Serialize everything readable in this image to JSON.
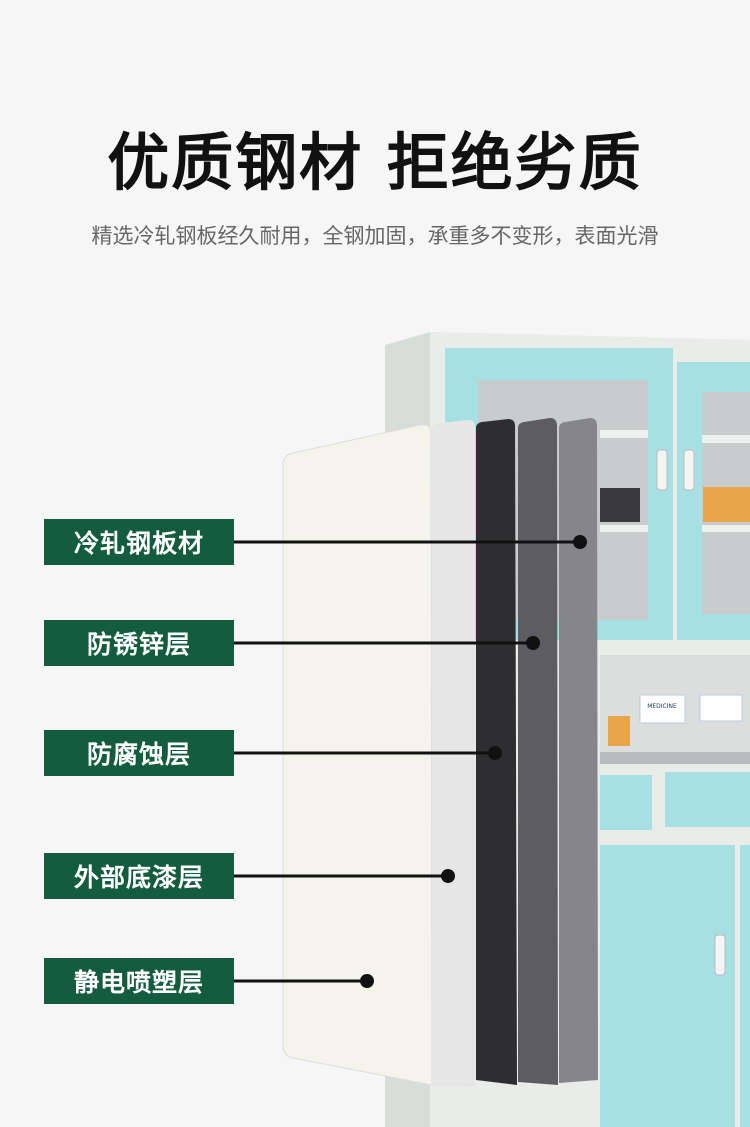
{
  "header": {
    "title": "优质钢材 拒绝劣质",
    "subtitle": "精选冷轧钢板经久耐用，全钢加固，承重多不变形，表面光滑"
  },
  "layers": [
    {
      "label": "冷轧钢板材",
      "color": "#86858a"
    },
    {
      "label": "防锈锌层",
      "color": "#5d5c60"
    },
    {
      "label": "防腐蚀层",
      "color": "#2e2e30"
    },
    {
      "label": "外部底漆层",
      "color": "#e6e6e6"
    },
    {
      "label": "静电喷塑层",
      "color": "#f5f4ec"
    }
  ],
  "product": {
    "box_text": "MEDICINE"
  },
  "colors": {
    "label_bg": "#145c40",
    "door": "#a6e0e3",
    "frame": "#e9ece9"
  }
}
